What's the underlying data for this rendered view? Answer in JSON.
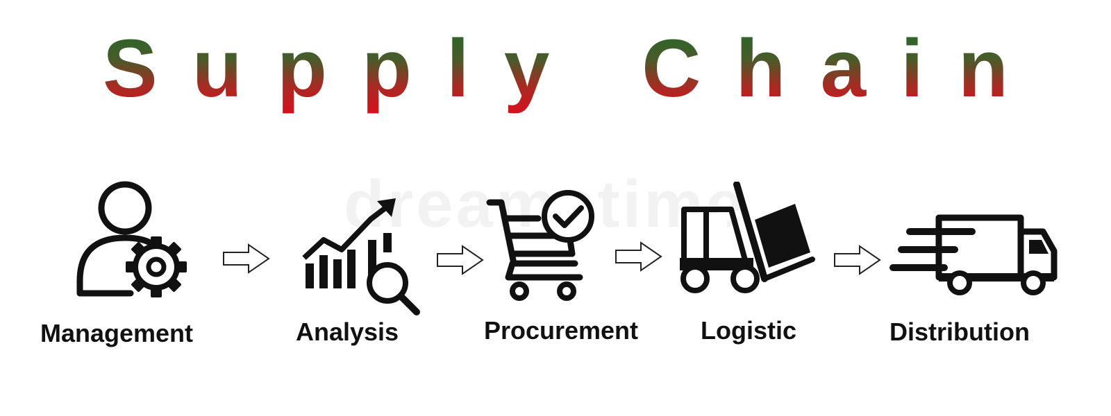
{
  "title": "Supply Chain",
  "colors": {
    "title_top": "#1f6b2a",
    "title_bottom": "#d8101e",
    "icon": "#111111"
  },
  "steps": [
    {
      "label": "Management",
      "icon": "user-gear-icon"
    },
    {
      "label": "Analysis",
      "icon": "chart-magnifier-icon"
    },
    {
      "label": "Procurement",
      "icon": "cart-check-icon"
    },
    {
      "label": "Logistic",
      "icon": "forklift-icon"
    },
    {
      "label": "Distribution",
      "icon": "delivery-truck-icon"
    }
  ],
  "watermark": "dreamstime"
}
